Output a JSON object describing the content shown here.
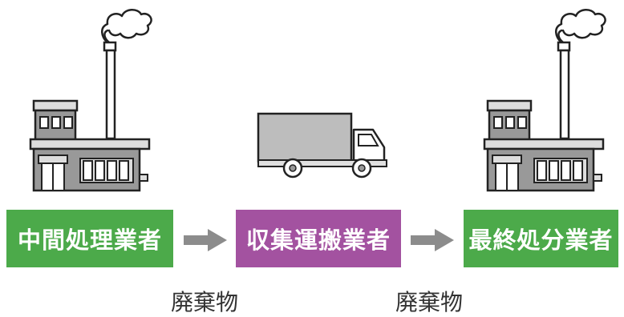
{
  "nodes": [
    {
      "label": "中間処理業者",
      "color": "#4caa4a"
    },
    {
      "label": "収集運搬業者",
      "color": "#a352a0"
    },
    {
      "label": "最終処分業者",
      "color": "#4caa4a"
    }
  ],
  "edges": [
    {
      "label": "廃棄物",
      "arrow_color": "#8c8c8c"
    },
    {
      "label": "廃棄物",
      "arrow_color": "#8c8c8c"
    }
  ],
  "icons": [
    "factory-icon",
    "truck-icon",
    "factory-icon"
  ]
}
